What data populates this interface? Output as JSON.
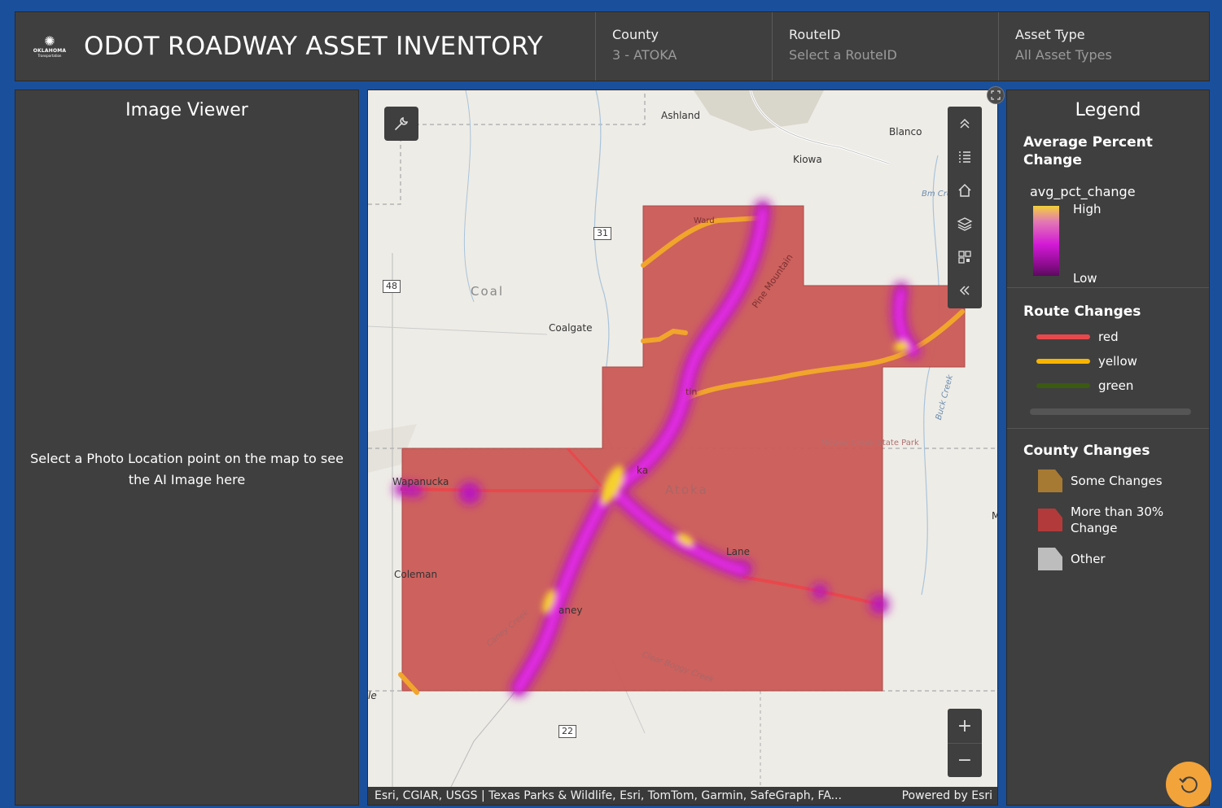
{
  "header": {
    "title": "ODOT ROADWAY ASSET INVENTORY",
    "logo_text": "OKLAHOMA",
    "logo_sub": "Transportation",
    "filters": [
      {
        "label": "County",
        "value": "3 - ATOKA"
      },
      {
        "label": "RouteID",
        "value": "Select a RouteID"
      },
      {
        "label": "Asset Type",
        "value": "All Asset Types"
      }
    ]
  },
  "image_viewer": {
    "title": "Image Viewer",
    "message": "Select a Photo Location point on the map to see the AI Image here"
  },
  "map": {
    "labels": {
      "ashland": "Ashland",
      "blanco": "Blanco",
      "kiowa": "Kiowa",
      "coal": "Coal",
      "coalgate": "Coalgate",
      "wapanucka": "Wapanucka",
      "atoka": "Atoka",
      "coleman": "Coleman",
      "lane": "Lane",
      "caney": "aney",
      "mcgee": "McGee Creek State Park",
      "pine_mountain": "Pine Mountain",
      "buck_creek": "Buck Creek",
      "clear_boggy": "Clear Boggy Creek",
      "caney_creek": "Caney Creek",
      "brushy": "Bm Cre",
      "ka": "ka",
      "e_label": "le",
      "m_label": "M",
      "ward": "Ward",
      "tin": "tin"
    },
    "shields": {
      "s31": "31",
      "s48": "48",
      "s22": "22"
    },
    "attribution": "Esri, CGIAR, USGS | Texas Parks & Wildlife, Esri, TomTom, Garmin, SafeGraph, FA...",
    "powered_by": "Powered by Esri",
    "zoom_in": "+",
    "zoom_out": "−",
    "colors": {
      "county_fill": "#cc5a57",
      "heat_low": "#a010a8",
      "heat_mid": "#e020e0",
      "heat_high": "#f6d22c"
    }
  },
  "legend": {
    "title": "Legend",
    "avg": {
      "title": "Average Percent Change",
      "field": "avg_pct_change",
      "high": "High",
      "low": "Low"
    },
    "route": {
      "title": "Route Changes",
      "items": [
        {
          "label": "red",
          "color": "#e8484c"
        },
        {
          "label": "yellow",
          "color": "#f7b500"
        },
        {
          "label": "green",
          "color": "#3b5a12"
        }
      ]
    },
    "county": {
      "title": "County Changes",
      "items": [
        {
          "label": "Some Changes",
          "color": "#a77a33"
        },
        {
          "label": "More than 30% Change",
          "color": "#b23a3a"
        },
        {
          "label": "Other",
          "color": "#bdbdbd"
        }
      ]
    }
  }
}
